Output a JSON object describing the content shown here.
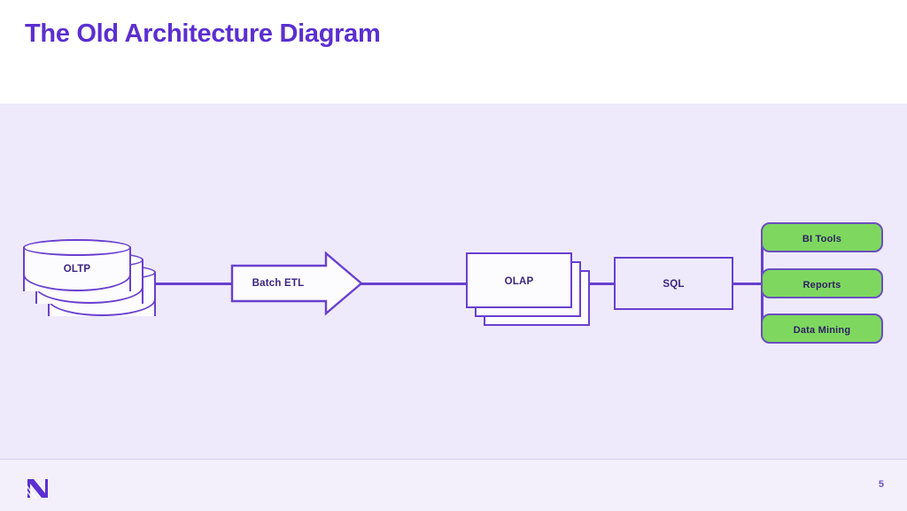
{
  "slide": {
    "title": "The Old Architecture Diagram",
    "page_number": "5",
    "logo_name": "brand-logo-mark"
  },
  "colors": {
    "brand_purple": "#5B2FD0",
    "stroke_purple": "#6840CF",
    "panel_background": "#EEEAFB",
    "node_fill": "#FCFBFE",
    "accent_green": "#7ED85F",
    "green_border": "#6A4FBF",
    "label_text": "#3B2580",
    "green_label_text": "#2E1F63",
    "footer_background": "#F3F0FC",
    "footer_divider": "#D8D0F2"
  },
  "diagram": {
    "type": "flow",
    "nodes": [
      {
        "id": "oltp",
        "label": "OLTP",
        "shape": "cylinder-stack",
        "stack_count": 3
      },
      {
        "id": "batch_etl",
        "label": "Batch ETL",
        "shape": "block-arrow"
      },
      {
        "id": "olap",
        "label": "OLAP",
        "shape": "rectangle-stack",
        "stack_count": 3
      },
      {
        "id": "sql",
        "label": "SQL",
        "shape": "rectangle"
      },
      {
        "id": "bi_tools",
        "label": "BI Tools",
        "shape": "rounded-rectangle",
        "fill": "#7ED85F"
      },
      {
        "id": "reports",
        "label": "Reports",
        "shape": "rounded-rectangle",
        "fill": "#7ED85F"
      },
      {
        "id": "data_mining",
        "label": "Data Mining",
        "shape": "rounded-rectangle",
        "fill": "#7ED85F"
      }
    ],
    "edges": [
      {
        "from": "oltp",
        "to": "batch_etl"
      },
      {
        "from": "batch_etl",
        "to": "olap"
      },
      {
        "from": "olap",
        "to": "sql"
      },
      {
        "from": "sql",
        "to": "bi_tools"
      },
      {
        "from": "sql",
        "to": "reports"
      },
      {
        "from": "sql",
        "to": "data_mining"
      }
    ]
  }
}
